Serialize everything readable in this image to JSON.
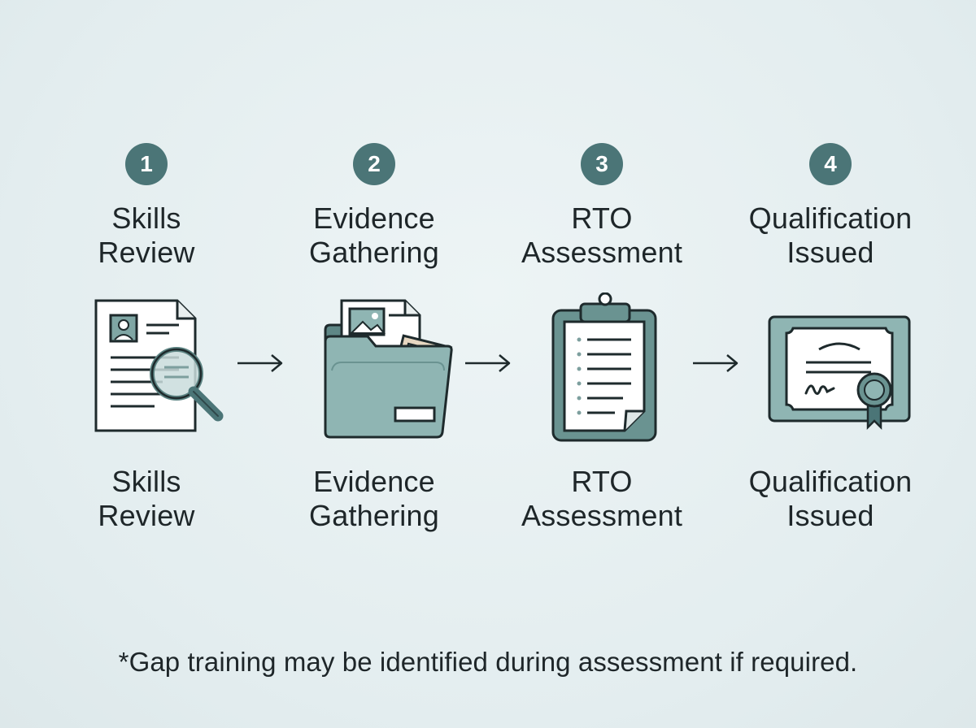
{
  "steps": [
    {
      "number": "1",
      "title_line1": "Skills",
      "title_line2": "Review",
      "icon": "resume-magnifier-icon"
    },
    {
      "number": "2",
      "title_line1": "Evidence",
      "title_line2": "Gathering",
      "icon": "folder-documents-icon"
    },
    {
      "number": "3",
      "title_line1": "RTO",
      "title_line2": "Assessment",
      "icon": "clipboard-checklist-icon"
    },
    {
      "number": "4",
      "title_line1": "Qualification",
      "title_line2": "Issued",
      "icon": "certificate-icon"
    }
  ],
  "footnote": "*Gap training may be identified during assessment if required.",
  "colors": {
    "background": "#e6eff1",
    "accent": "#4b7577",
    "accent_light": "#8fb5b3",
    "paper": "#ffffff",
    "outline": "#1e2a2c",
    "text": "#1e2629"
  }
}
